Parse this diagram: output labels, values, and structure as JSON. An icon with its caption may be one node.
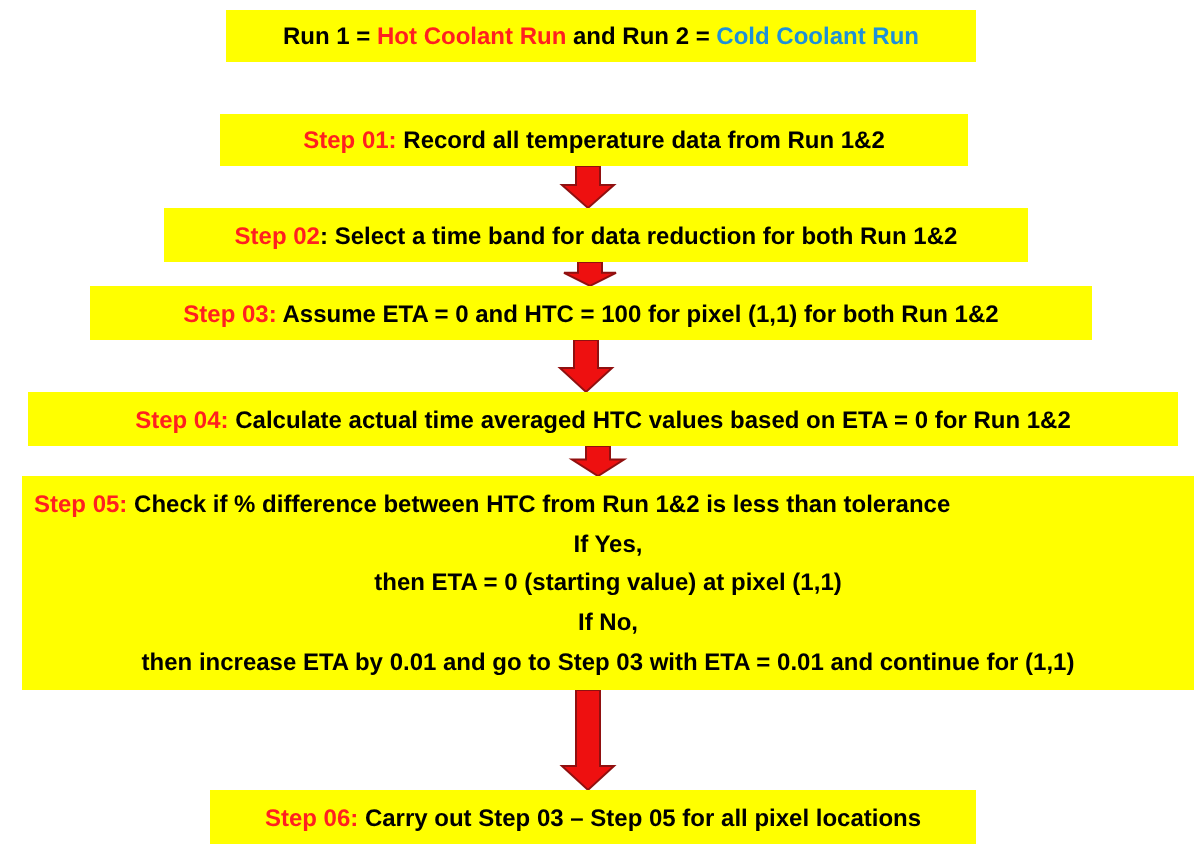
{
  "diagram": {
    "nodes": [
      {
        "text": [
          "Run 1 = **Hot Coolant Run** and Run 2 = **Cold Coolant Run**"
        ]
      },
      {
        "text": [
          "**Step 01:** Record all temperature data from Run 1&2"
        ]
      },
      {
        "text": [
          "**Step 02**: Select a time band for data reduction for both Run 1&2"
        ]
      },
      {
        "text": [
          "**Step 03:** Assume ETA = 0 and HTC = 100 for pixel (1,1) for both Run 1&2"
        ]
      },
      {
        "text": [
          "**Step 04:** Calculate actual time averaged HTC values based on ETA = 0 for Run 1&2"
        ]
      },
      {
        "text": [
          "**Step 05:** Check if % difference between HTC from Run 1&2 is less than tolerance",
          "If Yes,",
          "then ETA = 0 (starting value) at pixel (1,1)",
          "If No,",
          "then increase ETA by 0.01 and go to Step 03 with ETA = 0.01 and continue for (1,1)"
        ]
      },
      {
        "text": [
          "**Step 06:** Carry out Step 03 – Step 05 for all pixel locations"
        ]
      }
    ],
    "edges": [
      {
        "from": 1,
        "to": 2,
        "arrow": "to"
      },
      {
        "from": 2,
        "to": 3,
        "arrow": "to"
      },
      {
        "from": 3,
        "to": 4,
        "arrow": "to"
      },
      {
        "from": 4,
        "to": 5,
        "arrow": "to"
      },
      {
        "from": 5,
        "to": 6,
        "arrow": "to"
      }
    ]
  }
}
